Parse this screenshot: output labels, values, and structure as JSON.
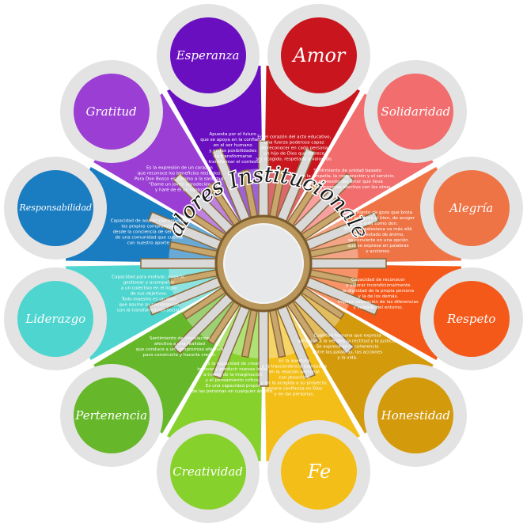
{
  "title": "Valores Institucionales",
  "values": [
    {
      "name": "Esperanza",
      "color": "#6a0fc0",
      "description": [
        "Apuesta por el futuro",
        "que se apoya en la confianza",
        "en el ser humano",
        "y en las posibilidades",
        "de transformarse",
        "y transformar el contexto"
      ]
    },
    {
      "name": "Amor",
      "color": "#c9161e",
      "description": [
        "En el corazón del acto educativo,",
        "una fuerza poderosa capaz",
        "de reconocer en cada persona",
        "un hijo de Dios que merece",
        "ser acogido, respetado y valorado."
      ]
    },
    {
      "name": "Solidaridad",
      "color": "#f26d6d",
      "description": [
        "Sentimiento de unidad basado",
        "en la empatía, la cooperación y el servicio.",
        "Es expresión del amor que lleva",
        "a un compromiso efectivo con los otros."
      ]
    },
    {
      "name": "Alegría",
      "color": "#ee7446",
      "description": [
        "Sentimiento de gozo que brota",
        "de la apertura al bien, de acoger",
        "la vida como don.",
        "En clave salesiana va más allá",
        "de un estado de ánimo,",
        "se convierte en una opción",
        "que se expresa en palabras",
        "y acciones."
      ]
    },
    {
      "name": "Respeto",
      "color": "#f4591a",
      "description": [
        "Capacidad de reconocer",
        "y valorar incondicionalmente",
        "la dignidad de la propia persona",
        "y la de los demás.",
        "Implica valoración de las diferencias",
        "y cuidado del entorno."
      ]
    },
    {
      "name": "Honestidad",
      "color": "#d39a0c",
      "description": [
        "Cualidad humana que expresa",
        "adhesión a la verdad, la rectitud y la justicia.",
        "Se expresa en la coherencia",
        "entre las palabras, las acciones",
        "y la vida."
      ]
    },
    {
      "name": "Fe",
      "color": "#f3be17",
      "description": [
        "Es la apertura",
        "a la trascendencia expresada",
        "en la relación personal",
        "con Jesucristo",
        "y en la acogida a su proyecto;",
        "genera confianza en Dios",
        "y en las personas."
      ]
    },
    {
      "name": "Creatividad",
      "color": "#86d12b",
      "description": [
        "Es la capacidad de crear,",
        "innovar y producir nuevas ideas",
        "a través de la imaginación",
        "y el pensamiento crítico.",
        "Es una capacidad propia",
        "de las personas en cualquier ámbito."
      ]
    },
    {
      "name": "Pertenencia",
      "color": "#66b82a",
      "description": [
        "Sentimiento de vinculación",
        "afectiva a una realidad",
        "que conduce a un compromiso efectivo",
        "para construirla y hacerla crecer."
      ]
    },
    {
      "name": "Liderazgo",
      "color": "#4fd5cf",
      "description": [
        "Capacidad para motivar, inspirar,",
        "gestionar y acompañar",
        "a un colectivo en el logro",
        "de sus objetivos.",
        "Todo maestro es un líder",
        "que asume su compromiso",
        "con la transformación social."
      ]
    },
    {
      "name": "Responsabilidad",
      "color": "#1a7cc1",
      "description": [
        "Capacidad de asumir con seriedad",
        "los propios compromisos",
        "desde la conciencia de ser parte",
        "de una comunidad que cuenta",
        "con nuestro aporte."
      ]
    },
    {
      "name": "Gratitud",
      "color": "#9b3fd4",
      "description": [
        "Es la expresión de un corazón",
        "que reconoce los beneficios recibidos.",
        "Para Don Bosco es camino a la santidad:",
        "\"Dame un joven agradecido",
        "y haré de él un santo\""
      ]
    }
  ]
}
